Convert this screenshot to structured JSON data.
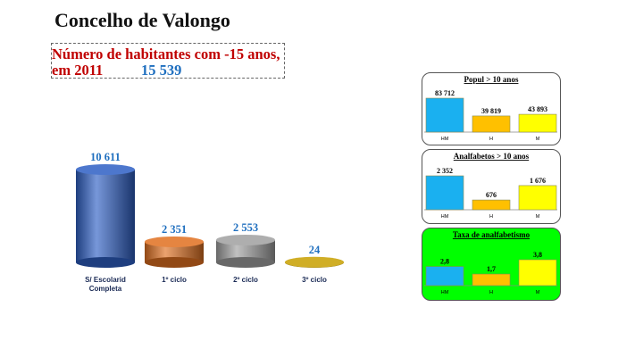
{
  "page": {
    "title": "Concelho de Valongo",
    "subtitle_line1": "Número de habitantes  com -15 anos,",
    "subtitle_line2": "em 2011",
    "subtitle_total": "15 539"
  },
  "chart_data": [
    {
      "type": "bar",
      "categories": [
        "S/ Escolarid\nCompleta",
        "1º ciclo",
        "2º ciclo",
        "3º ciclo"
      ],
      "values": [
        10611,
        2351,
        2553,
        24
      ],
      "value_labels": [
        "10 611",
        "2 351",
        "2 553",
        "24"
      ],
      "colors": [
        "#2e5fc4",
        "#e07020",
        "#a0a0a0",
        "#c8a000"
      ]
    },
    {
      "type": "bar",
      "title": "Popul > 10 anos",
      "categories": [
        "HM",
        "H",
        "M"
      ],
      "values": [
        83712,
        39819,
        43893
      ],
      "value_labels": [
        "83 712",
        "39 819",
        "43 893"
      ],
      "colors": [
        "#1ab0f0",
        "#ffc000",
        "#ffff00"
      ],
      "background": "#ffffff"
    },
    {
      "type": "bar",
      "title": "Analfabetos > 10 anos",
      "categories": [
        "HM",
        "H",
        "M"
      ],
      "values": [
        2352,
        676,
        1676
      ],
      "value_labels": [
        "2 352",
        "676",
        "1 676"
      ],
      "colors": [
        "#1ab0f0",
        "#ffc000",
        "#ffff00"
      ],
      "background": "#ffffff"
    },
    {
      "type": "bar",
      "title": "Taxa de analfabetismo",
      "categories": [
        "HM",
        "H",
        "M"
      ],
      "values": [
        2.8,
        1.7,
        3.8
      ],
      "value_labels": [
        "2,8",
        "1,7",
        "3,8"
      ],
      "colors": [
        "#1ab0f0",
        "#ffc000",
        "#ffff00"
      ],
      "background": "#00ff00"
    }
  ]
}
